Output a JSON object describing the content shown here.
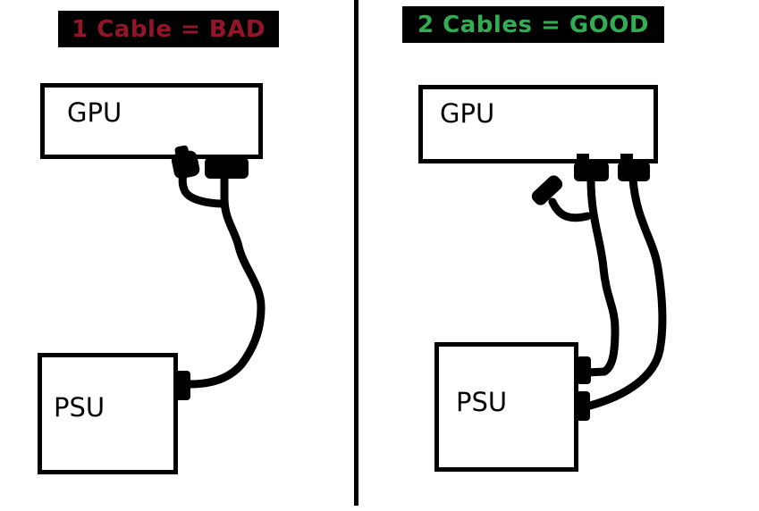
{
  "colors": {
    "ink": "#000000",
    "paper": "#ffffff",
    "bannerBg": "#000000",
    "bad": "#931628",
    "good": "#32ad52"
  },
  "left_panel": {
    "title": "1 Cable = BAD",
    "gpu_label": "GPU",
    "psu_label": "PSU"
  },
  "right_panel": {
    "title": "2 Cables = GOOD",
    "gpu_label": "GPU",
    "psu_label": "PSU"
  }
}
